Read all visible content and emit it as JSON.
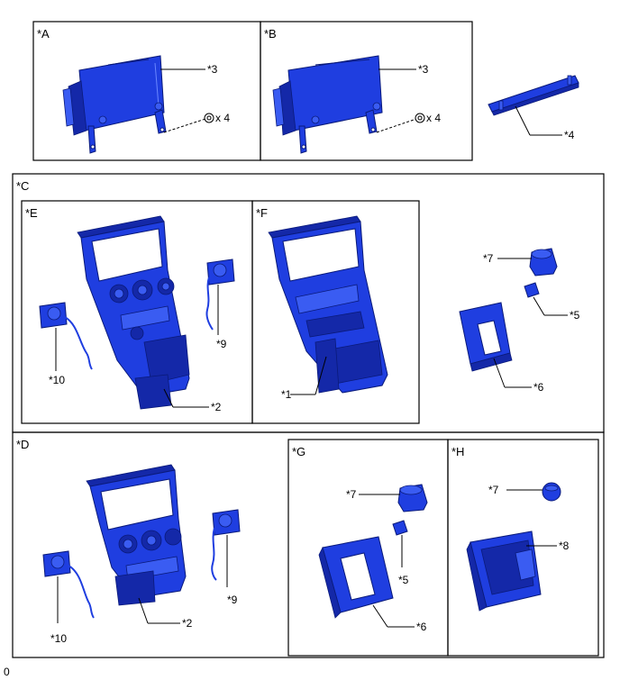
{
  "panels": {
    "A": "*A",
    "B": "*B",
    "C": "*C",
    "D": "*D",
    "E": "*E",
    "F": "*F",
    "G": "*G",
    "H": "*H"
  },
  "callouts": {
    "a_3": "*3",
    "a_qty": "x 4",
    "b_3": "*3",
    "b_qty": "x 4",
    "c_4": "*4",
    "e_10": "*10",
    "e_9": "*9",
    "e_2": "*2",
    "f_1": "*1",
    "c_7": "*7",
    "c_5": "*5",
    "c_6": "*6",
    "d_10": "*10",
    "d_9": "*9",
    "d_2": "*2",
    "g_7": "*7",
    "g_5": "*5",
    "g_6": "*6",
    "h_7": "*7",
    "h_8": "*8"
  },
  "figure_id": "0",
  "colors": {
    "part_fill": "#1f3ee0",
    "part_outline": "#0a1a7a"
  }
}
